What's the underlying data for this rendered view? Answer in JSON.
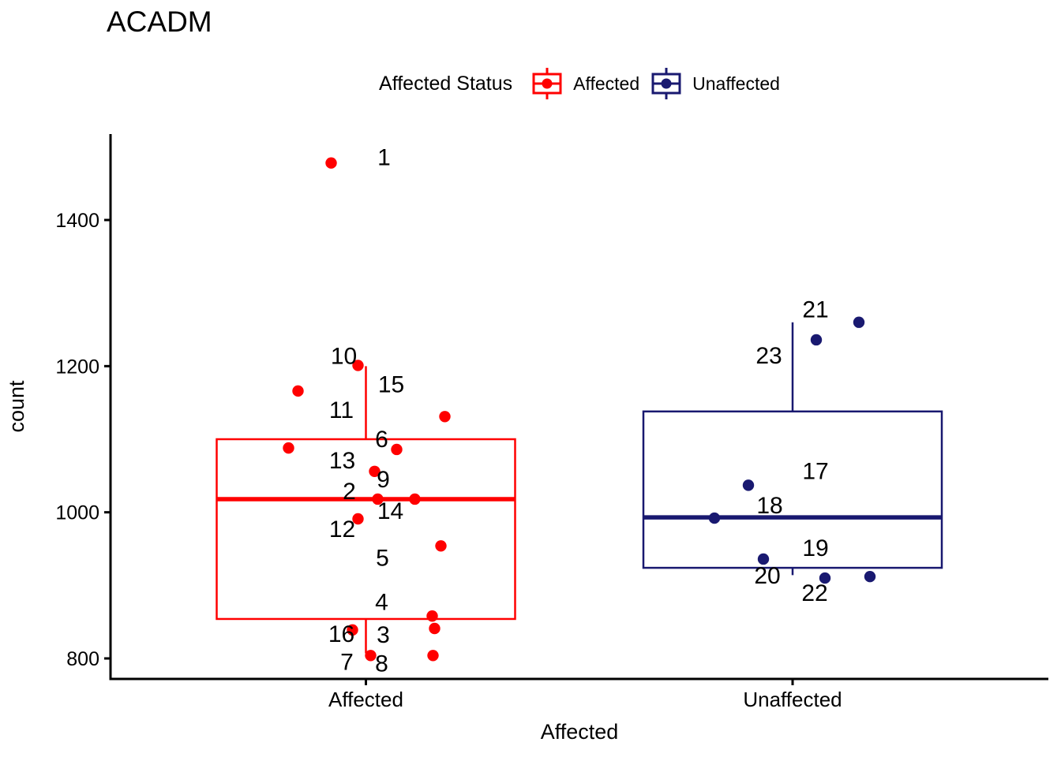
{
  "chart_data": {
    "type": "boxplot",
    "title": "ACADM",
    "xlabel": "Affected",
    "ylabel": "count",
    "ylim": [
      762,
      1512
    ],
    "yticks": [
      800,
      1000,
      1200,
      1400
    ],
    "grid": "off",
    "background": "#ffffff",
    "axis_color": "#000000",
    "legend": {
      "position": "top",
      "title": "Affected Status",
      "items": [
        {
          "label": "Affected",
          "color": "#FF0000"
        },
        {
          "label": "Unaffected",
          "color": "#191970"
        }
      ]
    },
    "categories": [
      "Affected",
      "Unaffected"
    ],
    "groups": [
      {
        "name": "Affected",
        "color": "#FF0000",
        "box": {
          "whisker_low": 807,
          "q1": 854,
          "median": 1018,
          "q3": 1100,
          "whisker_high": 1200
        },
        "points": [
          {
            "id": "1",
            "value": 1478,
            "x_off": -44,
            "label_dx": 67,
            "label_dy": -7
          },
          {
            "id": "10",
            "value": 1201,
            "x_off": -10,
            "label_dx": -18,
            "label_dy": -12
          },
          {
            "id": "15",
            "value": 1131,
            "x_off": 100,
            "label_dx": -68,
            "label_dy": -41
          },
          {
            "id": "11",
            "value": 1166,
            "x_off": -86,
            "label_dx": 55,
            "label_dy": 24
          },
          {
            "id": "13",
            "value": 1088,
            "x_off": -98,
            "label_dx": 68,
            "label_dy": 16
          },
          {
            "id": "6",
            "value": 1086,
            "x_off": 39,
            "label_dx": -19,
            "label_dy": -13
          },
          {
            "id": "9",
            "value": 1056,
            "x_off": 11,
            "label_dx": 11,
            "label_dy": 10
          },
          {
            "id": "2",
            "value": 1018,
            "x_off": 15,
            "label_dx": -36,
            "label_dy": -10
          },
          {
            "id": "14",
            "value": 1018,
            "x_off": 62,
            "label_dx": -31,
            "label_dy": 15
          },
          {
            "id": "12",
            "value": 991,
            "x_off": -10,
            "label_dx": -20,
            "label_dy": 13
          },
          {
            "id": "5",
            "value": 954,
            "x_off": 95,
            "label_dx": -74,
            "label_dy": 15
          },
          {
            "id": "4",
            "value": 858,
            "x_off": 84,
            "label_dx": -64,
            "label_dy": -18
          },
          {
            "id": "16",
            "value": 839,
            "x_off": -17,
            "label_dx": -14,
            "label_dy": 5
          },
          {
            "id": "3",
            "value": 841,
            "x_off": 87,
            "label_dx": -65,
            "label_dy": 8
          },
          {
            "id": "7",
            "value": 804,
            "x_off": 6,
            "label_dx": -30,
            "label_dy": 8
          },
          {
            "id": "8",
            "value": 804,
            "x_off": 85,
            "label_dx": -65,
            "label_dy": 10
          }
        ]
      },
      {
        "name": "Unaffected",
        "color": "#191970",
        "box": {
          "whisker_low": 914,
          "q1": 924,
          "median": 993,
          "q3": 1138,
          "whisker_high": 1260
        },
        "points": [
          {
            "id": "21",
            "value": 1260,
            "x_off": 84,
            "label_dx": -55,
            "label_dy": -16
          },
          {
            "id": "23",
            "value": 1236,
            "x_off": 30,
            "label_dx": -60,
            "label_dy": 20
          },
          {
            "id": "17",
            "value": 1037,
            "x_off": -56,
            "label_dx": 85,
            "label_dy": -18
          },
          {
            "id": "18",
            "value": 992,
            "x_off": -99,
            "label_dx": 70,
            "label_dy": -16
          },
          {
            "id": "19",
            "value": 936,
            "x_off": -37,
            "label_dx": 66,
            "label_dy": -14
          },
          {
            "id": "20",
            "value": 910,
            "x_off": 41,
            "label_dx": -73,
            "label_dy": -3
          },
          {
            "id": "22",
            "value": 912,
            "x_off": 98,
            "label_dx": -70,
            "label_dy": 21
          }
        ]
      }
    ]
  }
}
